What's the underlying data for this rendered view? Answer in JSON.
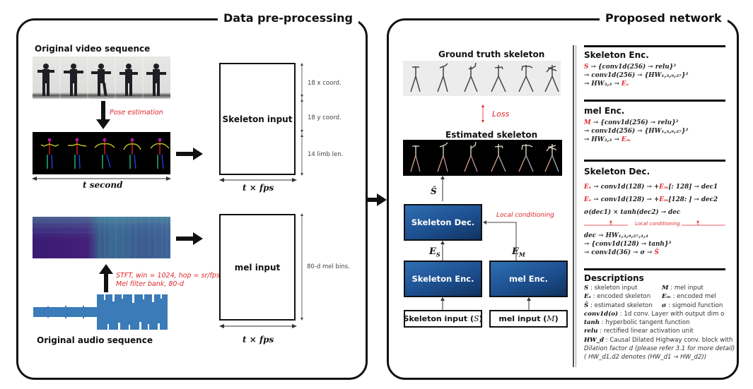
{
  "preprocessing": {
    "title": "Data pre-processing",
    "video_label": "Original video sequence",
    "pose_estimation": "Pose estimation",
    "t_second": "t  second",
    "skeleton_input": "Skeleton input",
    "dims_skeleton": [
      "18 x coord.",
      "18 y coord.",
      "14 limb len."
    ],
    "t_fps": "t × fps",
    "mel_input": "mel input",
    "dims_mel": "80-d mel bins.",
    "stft_line1": "STFT, win = 1024, hop = sr/fps",
    "stft_line2": "Mel filter bank, 80-d",
    "audio_label": "Original audio sequence"
  },
  "network": {
    "title": "Proposed network",
    "gt_label": "Ground truth skeleton",
    "loss": "Loss",
    "est_label": "Estimated skeleton",
    "s_hat": "Ŝ",
    "skeleton_dec": "Skeleton Dec.",
    "local_conditioning": "Local conditioning",
    "es": "E",
    "es_sub": "S",
    "em": "E",
    "em_sub": "M",
    "skeleton_enc": "Skeleton Enc.",
    "mel_enc": "mel Enc.",
    "skeleton_input_s": "Skeleton input (",
    "s_var": "S",
    "mel_input_m": "mel input (",
    "m_var": "M",
    "close_paren": ")"
  },
  "equations": {
    "skel_enc": {
      "title": "Skeleton Enc.",
      "lines": [
        "→ {conv1d(256) → relu}²",
        "→ conv1d(256) → {HW₁,₃,₉,₂₇}²",
        "→ HW₃,₃ → "
      ],
      "input_var": "S",
      "output_var": "Eₛ"
    },
    "mel_enc": {
      "title": "mel Enc.",
      "lines": [
        "→ {conv1d(256) → relu}²",
        "→ conv1d(256) → {HW₁,₃,₉,₂₇}²",
        "→ HW₃,₃ → "
      ],
      "input_var": "M",
      "output_var": "Eₘ"
    },
    "skel_dec": {
      "title": "Skeleton Dec.",
      "line1_a": "→ conv1d(128) →  +",
      "line1_b": "[: 128] → dec1",
      "line2_a": "→ conv1d(128) →  +",
      "line2_b": "[128: ] → dec2",
      "line3": "σ(dec1) × tanh(dec2) → dec",
      "local_conditioning": "Local conditioning",
      "line4": "dec → HW₁,₃,₉,₂₇,₁,₁",
      "line5": "→ {conv1d(128) → tanh}³",
      "line6": "→ conv1d(36) → σ → ",
      "es": "Eₛ",
      "em": "Eₘ",
      "s_hat": "Ŝ"
    },
    "descriptions": {
      "title": "Descriptions",
      "pairs": [
        {
          "sym": "S",
          "text": " : skeleton input",
          "sym2": "M",
          "text2": " : mel input"
        },
        {
          "sym": "Eₛ",
          "text": " : encoded skeleton",
          "sym2": "Eₘ",
          "text2": " : encoded mel"
        },
        {
          "sym": "Ŝ",
          "text": " : estimated skeleton",
          "sym2": "σ",
          "text2": " : sigmoid function"
        }
      ],
      "items": [
        {
          "sym": "conv1d(o)",
          "text": " : 1d conv. Layer with output dim o"
        },
        {
          "sym": "tanh",
          "text": " : hyperbolic tangent function"
        },
        {
          "sym": "relu",
          "text": " : rectified linear activation unit"
        },
        {
          "sym": "HW_d",
          "text": " : Causal Dilated Highway conv. block with"
        }
      ],
      "dilation_line": "Dilation factor d (please refer 3.1 for more detail)",
      "denotes_line": "( HW_d1,d2 denotes (HW_d1 → HW_d2))"
    }
  }
}
